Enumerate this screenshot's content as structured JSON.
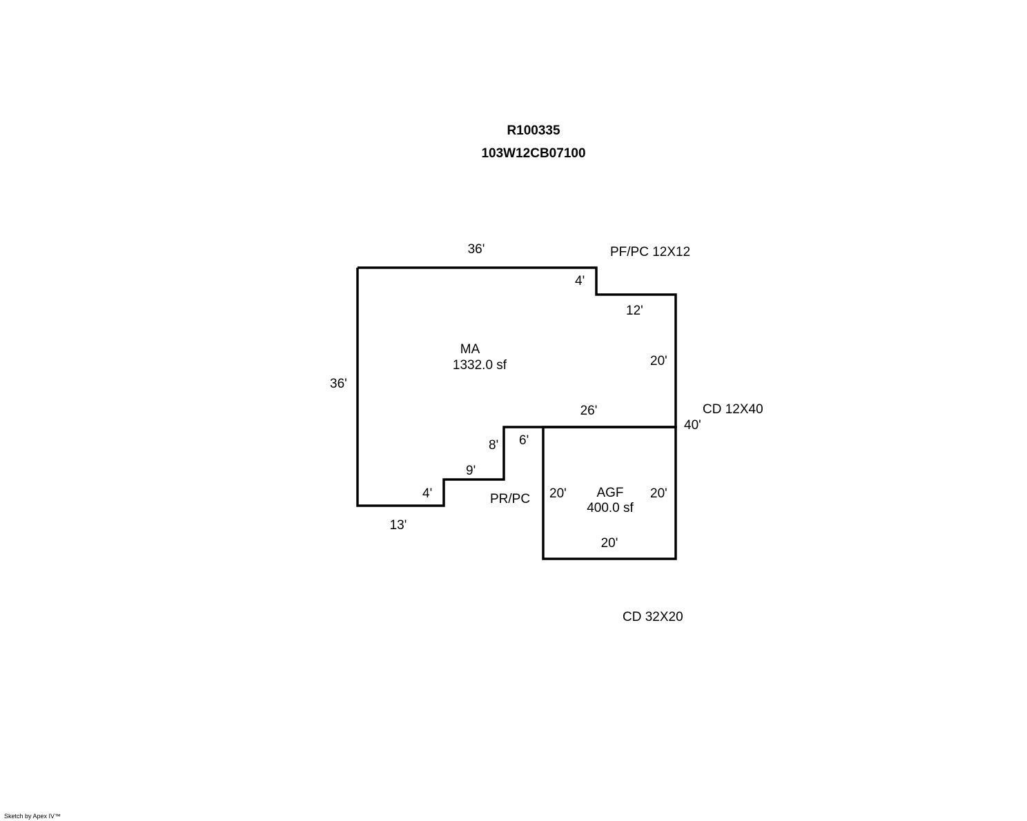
{
  "header": {
    "account": "R100335",
    "map_tax_lot": "103W12CB07100"
  },
  "areas": {
    "main": {
      "code": "MA",
      "area": "1332.0 sf"
    },
    "garage": {
      "code": "AGF",
      "area": "400.0 sf"
    }
  },
  "notes": {
    "porch_front": "PF/PC 12X12",
    "deck_side": "CD 12X40",
    "porch_rear": "PR/PC",
    "deck_rear": "CD 32X20"
  },
  "dimensions": {
    "top": "36'",
    "left": "36'",
    "step_a": "4'",
    "step_b": "12'",
    "right_upper": "20'",
    "right_lower": "40'",
    "interior_top": "26'",
    "interior_short": "6'",
    "notch_vertical": "8'",
    "notch_horizontal": "9'",
    "step_c": "4'",
    "bottom": "13'",
    "garage_left": "20'",
    "garage_right": "20'",
    "garage_bottom": "20'"
  },
  "footer": {
    "credit": "Sketch by Apex IV™"
  }
}
